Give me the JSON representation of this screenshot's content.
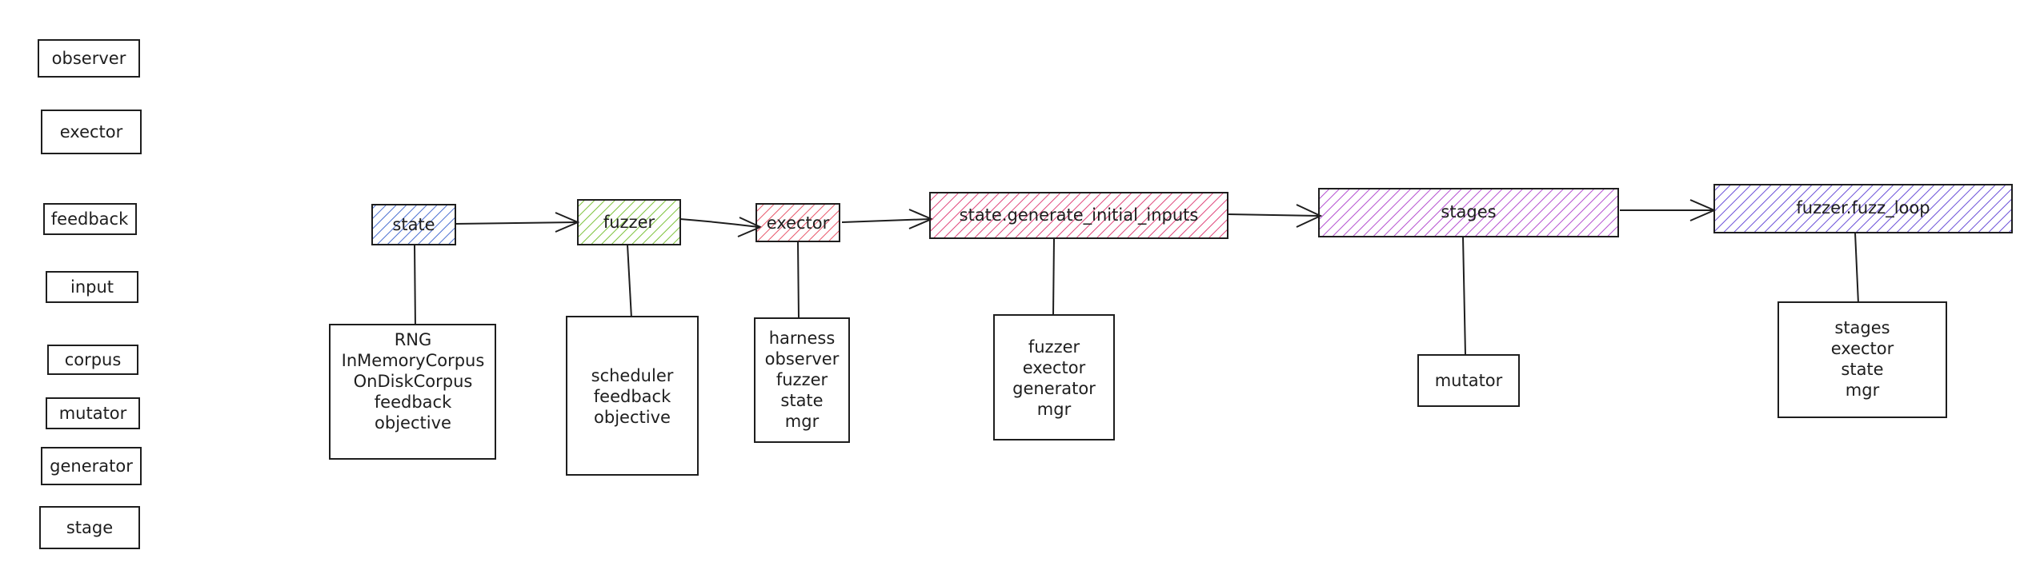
{
  "legend": {
    "items": [
      "observer",
      "exector",
      "feedback",
      "input",
      "corpus",
      "mutator",
      "generator",
      "stage"
    ]
  },
  "flow": {
    "nodes": [
      {
        "id": "state",
        "label": "state",
        "color": "#4a6fd1",
        "children": [
          "RNG",
          "InMemoryCorpus",
          "OnDiskCorpus",
          "feedback",
          "objective"
        ]
      },
      {
        "id": "fuzzer",
        "label": "fuzzer",
        "color": "#7cc23a",
        "children": [
          "scheduler",
          "feedback",
          "objective"
        ]
      },
      {
        "id": "exector",
        "label": "exector",
        "color": "#e8566a",
        "children": [
          "harness",
          "observer",
          "fuzzer",
          "state",
          "mgr"
        ]
      },
      {
        "id": "generate",
        "label": "state.generate_initial_inputs",
        "color": "#e0457a",
        "children": [
          "fuzzer",
          "exector",
          "generator",
          "mgr"
        ]
      },
      {
        "id": "stages",
        "label": "stages",
        "color": "#b44fd0",
        "children": [
          "mutator"
        ]
      },
      {
        "id": "fuzzloop",
        "label": "fuzzer.fuzz_loop",
        "color": "#6a4fd8",
        "children": [
          "stages",
          "exector",
          "state",
          "mgr"
        ]
      }
    ]
  }
}
